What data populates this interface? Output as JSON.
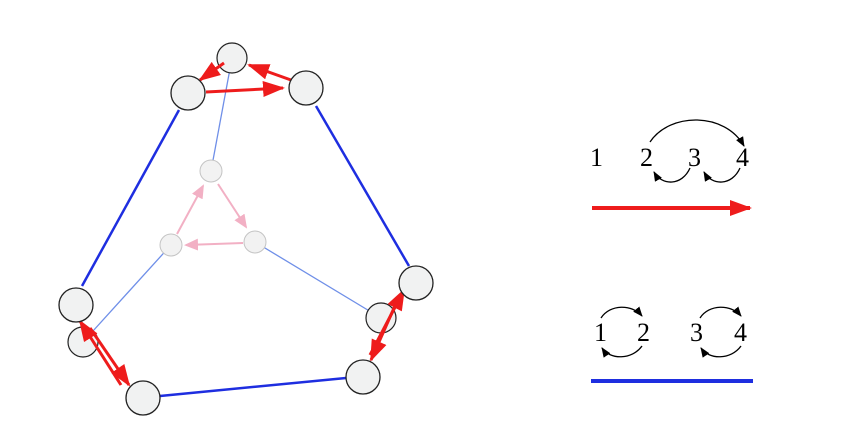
{
  "diagram": {
    "colors": {
      "red": "#ee1c1c",
      "blue": "#1e2ee0",
      "light_blue": "#6f8fe8",
      "pink": "#f2b0c4",
      "node_fill": "#f1f2f2",
      "node_stroke": "#222222",
      "faint_node_fill": "#f2f2f2",
      "faint_node_stroke": "#c4c4c4"
    },
    "legend": {
      "red_row_labels": [
        "1",
        "2",
        "3",
        "4"
      ],
      "blue_row_labels": [
        "1",
        "2",
        "3",
        "4"
      ]
    }
  }
}
